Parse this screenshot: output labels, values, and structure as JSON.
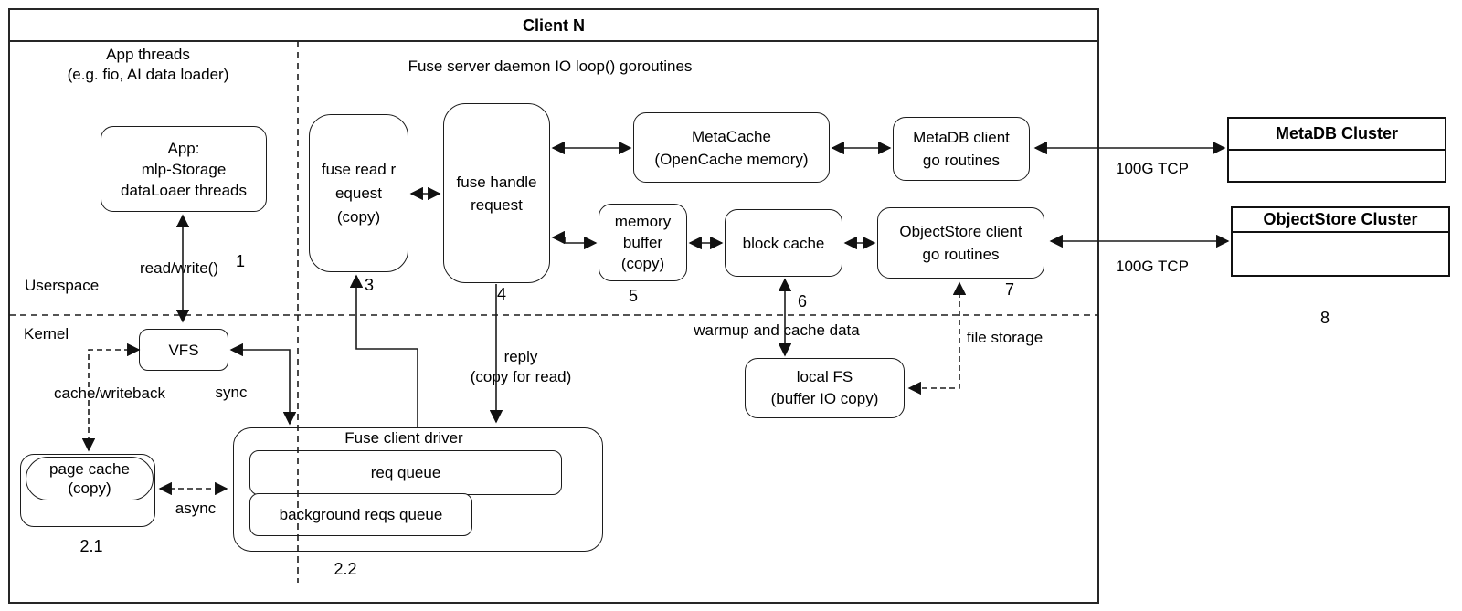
{
  "diagram": {
    "title": "Client N",
    "sections": {
      "app_threads": "App threads\n(e.g. fio, AI data loader)",
      "fuse_server": "Fuse server daemon IO loop() goroutines",
      "userspace": "Userspace",
      "kernel": "Kernel"
    },
    "nodes": {
      "app_box": "App:\nmlp-Storage\ndataLoaer threads",
      "vfs": "VFS",
      "page_cache": "page cache\n(copy)",
      "fuse_client_driver": "Fuse client driver",
      "req_queue": "req queue",
      "background_reqs_queue": "background reqs queue",
      "fuse_read_request": "fuse read r\nequest\n(copy)",
      "fuse_handle_request": "fuse handle\nrequest",
      "metacache": "MetaCache\n(OpenCache memory)",
      "metadb_client": "MetaDB client\ngo routines",
      "memory_buffer": "memory\nbuffer\n(copy)",
      "block_cache": "block cache",
      "objectstore_client": "ObjectStore client\ngo routines",
      "local_fs": "local FS\n(buffer IO copy)",
      "metadb_cluster": "MetaDB Cluster",
      "objectstore_cluster": "ObjectStore Cluster"
    },
    "edge_labels": {
      "read_write": "read/write()",
      "sync": "sync",
      "async": "async",
      "cache_writeback": "cache/writeback",
      "reply": "reply\n(copy for read)",
      "warmup": "warmup and cache data",
      "file_storage": "file storage",
      "tcp_meta": "100G TCP",
      "tcp_object": "100G TCP"
    },
    "step_numbers": {
      "n1": "1",
      "n2_1": "2.1",
      "n2_2": "2.2",
      "n3": "3",
      "n4": "4",
      "n5": "5",
      "n6": "6",
      "n7": "7",
      "n8": "8"
    }
  }
}
